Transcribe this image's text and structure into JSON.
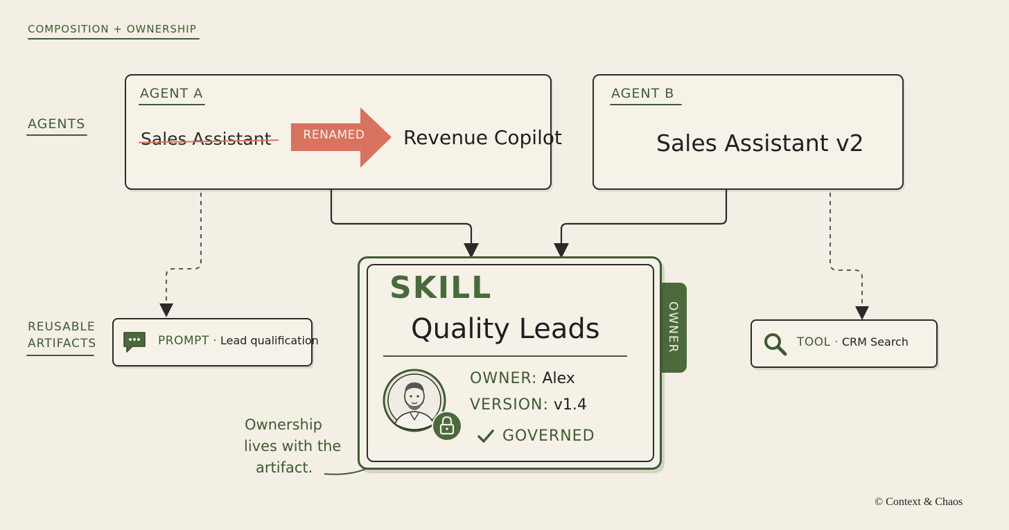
{
  "header": {
    "title": "COMPOSITION + OWNERSHIP"
  },
  "rows": {
    "agents_label": "AGENTS",
    "artifacts_label_line1": "REUSABLE",
    "artifacts_label_line2": "ARTIFACTS"
  },
  "agent_a": {
    "label": "AGENT A",
    "old_name": "Sales Assistant",
    "rename_badge": "RENAMED",
    "new_name": "Revenue Copilot"
  },
  "agent_b": {
    "label": "AGENT B",
    "name": "Sales Assistant v2"
  },
  "prompt_artifact": {
    "type": "PROMPT",
    "separator": "·",
    "name": "Lead qualification"
  },
  "tool_artifact": {
    "type": "TOOL",
    "separator": "·",
    "name": "CRM Search"
  },
  "skill": {
    "heading": "SKILL",
    "name": "Quality Leads",
    "owner_line_key": "OWNER:",
    "owner_line_value": "Alex",
    "version_key": "VERSION:",
    "version_value": "v1.4",
    "status": "GOVERNED",
    "tab_label": "OWNER"
  },
  "annotation": {
    "line1": "Ownership",
    "line2": "lives with the",
    "line3": "artifact."
  },
  "footer": {
    "copyright": "© Context & Chaos"
  },
  "colors": {
    "accent_green": "#3f5a33",
    "rename_red": "#d9725f",
    "background": "#f3efe4"
  }
}
